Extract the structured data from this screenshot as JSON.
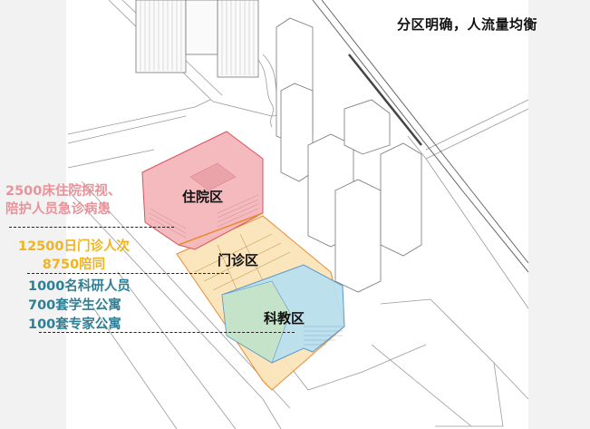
{
  "title": "分区明确，人流量均衡",
  "zones": [
    {
      "id": "inpatient",
      "label": "住院区",
      "color": "#f4b6bb",
      "stroke": "#d9535f"
    },
    {
      "id": "outpatient",
      "label": "门诊区",
      "color": "#fbe2b6",
      "stroke": "#e98a2e"
    },
    {
      "id": "research",
      "label": "科教区",
      "color": "#b6dff0",
      "stroke": "#5b97c9"
    }
  ],
  "notes": {
    "inpatient": {
      "lines": [
        "2500床住院探视、",
        "陪护人员急诊病患"
      ],
      "color": "#e8929a"
    },
    "outpatient": {
      "lines": [
        "12500日门诊人次",
        "8750陪同"
      ],
      "color": "#f0b41e"
    },
    "research": {
      "lines": [
        "1000名科研人员",
        "700套学生公寓",
        "100套专家公寓"
      ],
      "color": "#2e7f95"
    }
  }
}
